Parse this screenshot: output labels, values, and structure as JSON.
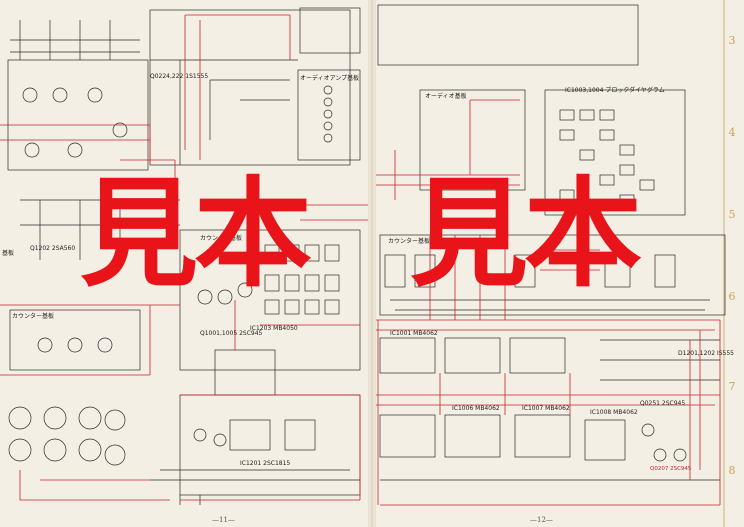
{
  "watermarks": [
    "見本",
    "見本"
  ],
  "row_numbers": [
    "3",
    "4",
    "5",
    "6",
    "7",
    "8"
  ],
  "page_numbers": [
    "—11—",
    "—12—"
  ],
  "block_labels": {
    "audio_amp": "オーディオアンプ基板",
    "audio_pcb": "オーディオ基板",
    "counter_pcb_left": "カウンター基板",
    "counter_pcb_right": "カウンター基板",
    "counter_pcb_small": "カウンター基板",
    "block_diagram": "IC1003,1004 ブロックダイヤグラム",
    "pcb_left": "基板"
  },
  "parts": {
    "ic1203": "IC1203 MB4050",
    "q0224": "Q0224,222 1S1555",
    "q1202": "Q1202 2SA560",
    "ic1001": "IC1001 MB4062",
    "ic1006": "IC1006 MB4062",
    "ic1007": "IC1007 MB4062",
    "ic1008": "IC1008 MB4062",
    "d1201": "D1201,1202 IS555",
    "q1001": "Q1001,1005 2SC945",
    "q0251": "Q0251 2SC945",
    "ic1201": "IC1201 2SC1815",
    "q0207": "Q0207 2SC945"
  },
  "colors": {
    "paper": "#f4efe4",
    "ink": "#2a2a2a",
    "trace_red": "#c8252a",
    "watermark": "#e8141a",
    "ruler": "#c9a25a"
  }
}
